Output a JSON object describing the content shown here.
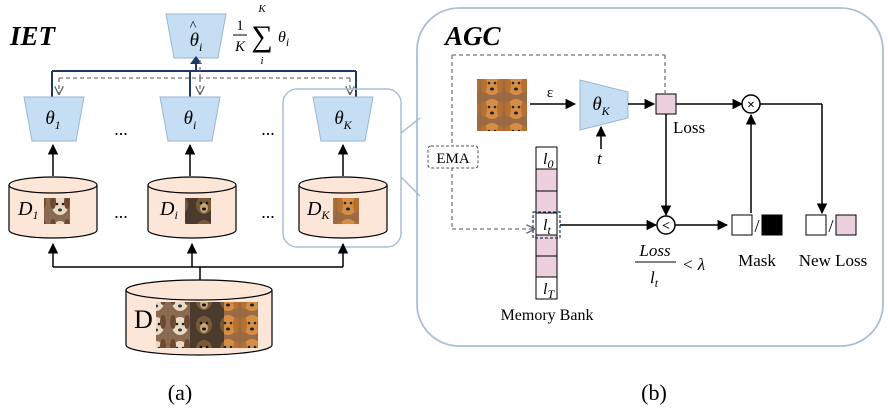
{
  "panel_a": {
    "title": "IET",
    "ensemble": {
      "symbol": "θ",
      "hat": "^",
      "sub": "i"
    },
    "formula": {
      "numerator": "1",
      "denominator": "K",
      "sum_top": "K",
      "sum_bottom": "i",
      "term": "θ",
      "term_sub": "i"
    },
    "models": [
      {
        "symbol": "θ",
        "sub": "1"
      },
      {
        "symbol": "θ",
        "sub": "i"
      },
      {
        "symbol": "θ",
        "sub": "K"
      }
    ],
    "ellipsis": "...",
    "datasets": [
      {
        "symbol": "D",
        "sub": "1"
      },
      {
        "symbol": "D",
        "sub": "i"
      },
      {
        "symbol": "D",
        "sub": "K"
      }
    ],
    "full_dataset": "D",
    "caption": "(a)"
  },
  "panel_b": {
    "title": "AGC",
    "ema": "EMA",
    "noise": "ε",
    "model": {
      "symbol": "θ",
      "sub": "K"
    },
    "time": "t",
    "loss": "Loss",
    "memory_bank": {
      "label": "Memory Bank",
      "cells": [
        {
          "symbol": "l",
          "sub": "0"
        },
        {
          "symbol": "",
          "sub": ""
        },
        {
          "symbol": "",
          "sub": ""
        },
        {
          "symbol": "l",
          "sub": "t"
        },
        {
          "symbol": "",
          "sub": ""
        },
        {
          "symbol": "",
          "sub": ""
        },
        {
          "symbol": "l",
          "sub": "T"
        }
      ]
    },
    "compare_symbol": "<",
    "multiply_symbol": "×",
    "condition": {
      "numerator": "Loss",
      "denominator": "l",
      "denominator_sub": "t",
      "relation": "< λ"
    },
    "mask": "Mask",
    "new_loss": "New Loss",
    "caption": "(b)"
  },
  "colors": {
    "model_fill": "#c5def4",
    "dataset_fill": "#fbe6d8",
    "panel_border": "#a9bfd8",
    "pink": "#ecd0de",
    "arrow_dark": "#1f3864"
  }
}
